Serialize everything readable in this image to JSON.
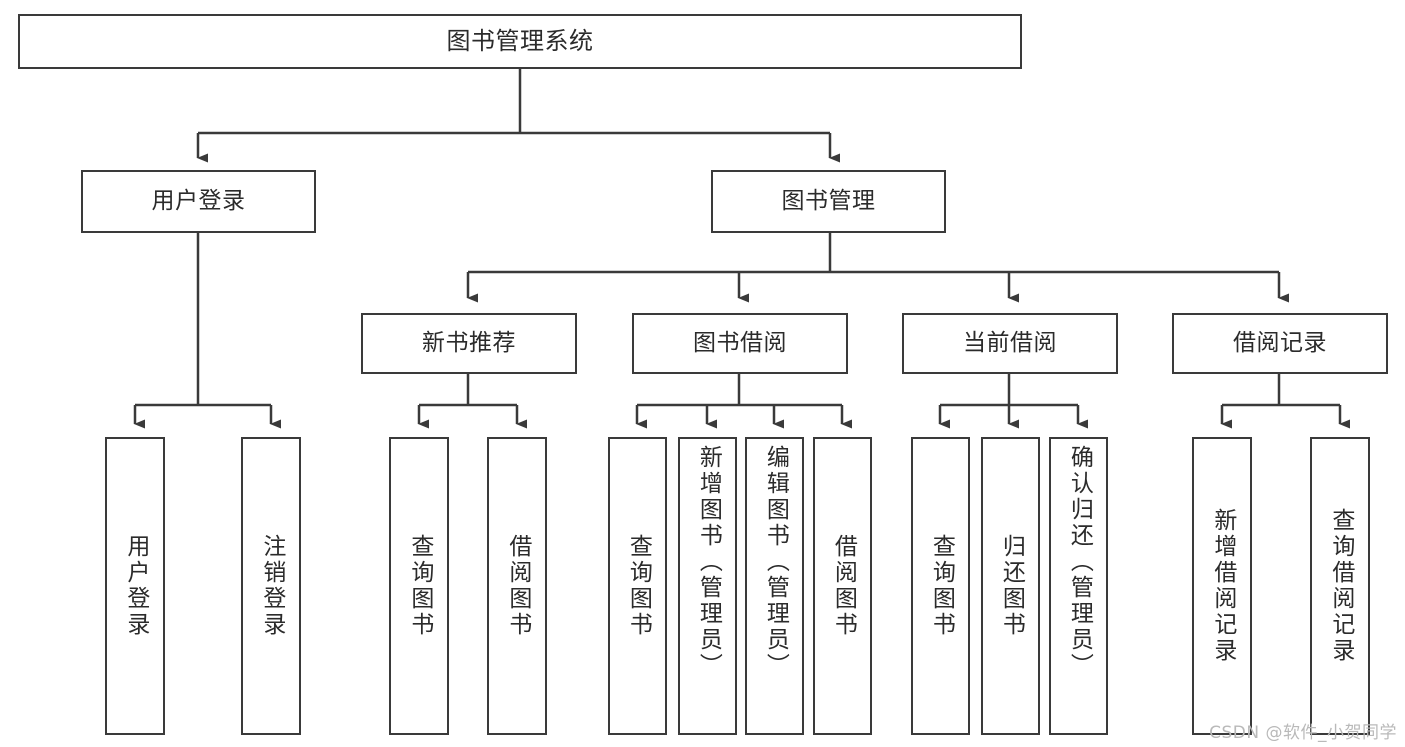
{
  "diagram": {
    "title": "图书管理系统",
    "watermark": "CSDN @软件_小贺同学",
    "colors": {
      "stroke": "#3a3a3a",
      "fill": "#ffffff",
      "text": "#2b2b2b",
      "watermark": "#b9b9b9"
    },
    "levels": {
      "root": {
        "label": "图书管理系统"
      },
      "level2": [
        {
          "label": "用户登录"
        },
        {
          "label": "图书管理"
        }
      ],
      "level3": [
        {
          "label": "新书推荐"
        },
        {
          "label": "图书借阅"
        },
        {
          "label": "当前借阅"
        },
        {
          "label": "借阅记录"
        }
      ],
      "leaves": {
        "user_login": [
          {
            "label": "用户登录"
          },
          {
            "label": "注销登录"
          }
        ],
        "new_book_recommend": [
          {
            "label": "查询图书"
          },
          {
            "label": "借阅图书"
          }
        ],
        "book_borrow": [
          {
            "label": "查询图书"
          },
          {
            "label": "新增图书（管理员）"
          },
          {
            "label": "编辑图书（管理员）"
          },
          {
            "label": "借阅图书"
          }
        ],
        "current_borrow": [
          {
            "label": "查询图书"
          },
          {
            "label": "归还图书"
          },
          {
            "label": "确认归还（管理员）"
          }
        ],
        "borrow_record": [
          {
            "label": "新增借阅记录"
          },
          {
            "label": "查询借阅记录"
          }
        ]
      }
    }
  }
}
